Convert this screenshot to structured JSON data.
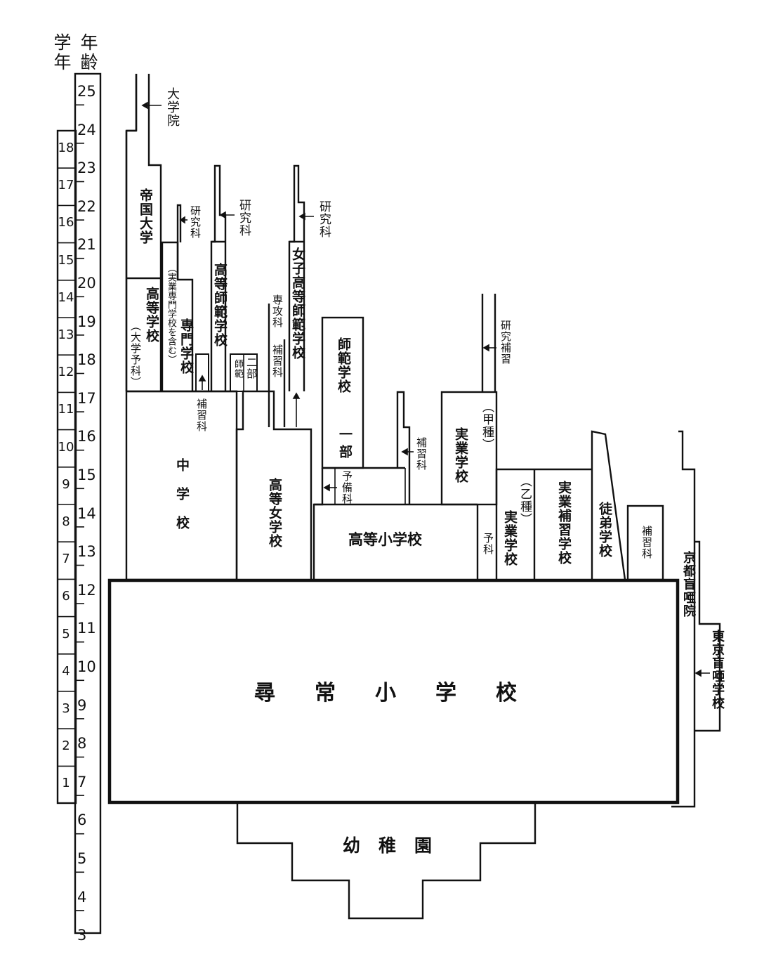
{
  "headers": {
    "grade_col": [
      "学",
      "年"
    ],
    "age_col": [
      "年",
      "齢"
    ]
  },
  "age_scale": [
    "25",
    "24",
    "23",
    "22",
    "21",
    "20",
    "19",
    "18",
    "17",
    "16",
    "15",
    "14",
    "13",
    "12",
    "11",
    "10",
    "9",
    "8",
    "7",
    "6",
    "5",
    "4",
    "3"
  ],
  "grade_scale": [
    "18",
    "17",
    "16",
    "15",
    "14",
    "13",
    "12",
    "11",
    "10",
    "9",
    "8",
    "7",
    "6",
    "5",
    "4",
    "3",
    "2",
    "1"
  ],
  "schools": {
    "graduate_school": "大学院",
    "imperial_university": "帝国大学",
    "higher_school": "高等学校",
    "higher_school_sub": "（大学予科）",
    "research_course_1": "研究科",
    "professional_school": "専門学校",
    "professional_school_sub": "（実業専門学校を含む）",
    "supplementary_course_1": "補習科",
    "research_course_2": "研究科",
    "higher_normal_school": "高等師範学校",
    "normal_second_part": "二部",
    "normal_second_part_sub": "師範",
    "specialty_course": "専攻科",
    "supplementary_course_2": "補習科",
    "research_course_3": "研究科",
    "women_higher_normal": "女子高等師範学校",
    "middle_school": "中学校",
    "girls_high_school": "高等女学校",
    "normal_school": "師範学校",
    "normal_first_part": "一部",
    "preparatory_course_1": "予備科",
    "higher_elementary": "高等小学校",
    "supplementary_course_3": "補習科",
    "research_supplementary": "研究補習",
    "vocational_a_label": "（甲種）",
    "vocational_a": "実業学校",
    "vocational_b_label": "（乙種）",
    "vocational_b": "実業学校",
    "preparatory_course_2": "予科",
    "vocational_supplementary": "実業補習学校",
    "apprentice_school": "徒弟学校",
    "supplementary_course_4": "補習科",
    "blind_deaf_kyoto": "京都盲唖院",
    "blind_deaf_tokyo": "東京盲唖学校",
    "ordinary_elementary": "尋常小学校",
    "kindergarten": "幼稚園"
  }
}
